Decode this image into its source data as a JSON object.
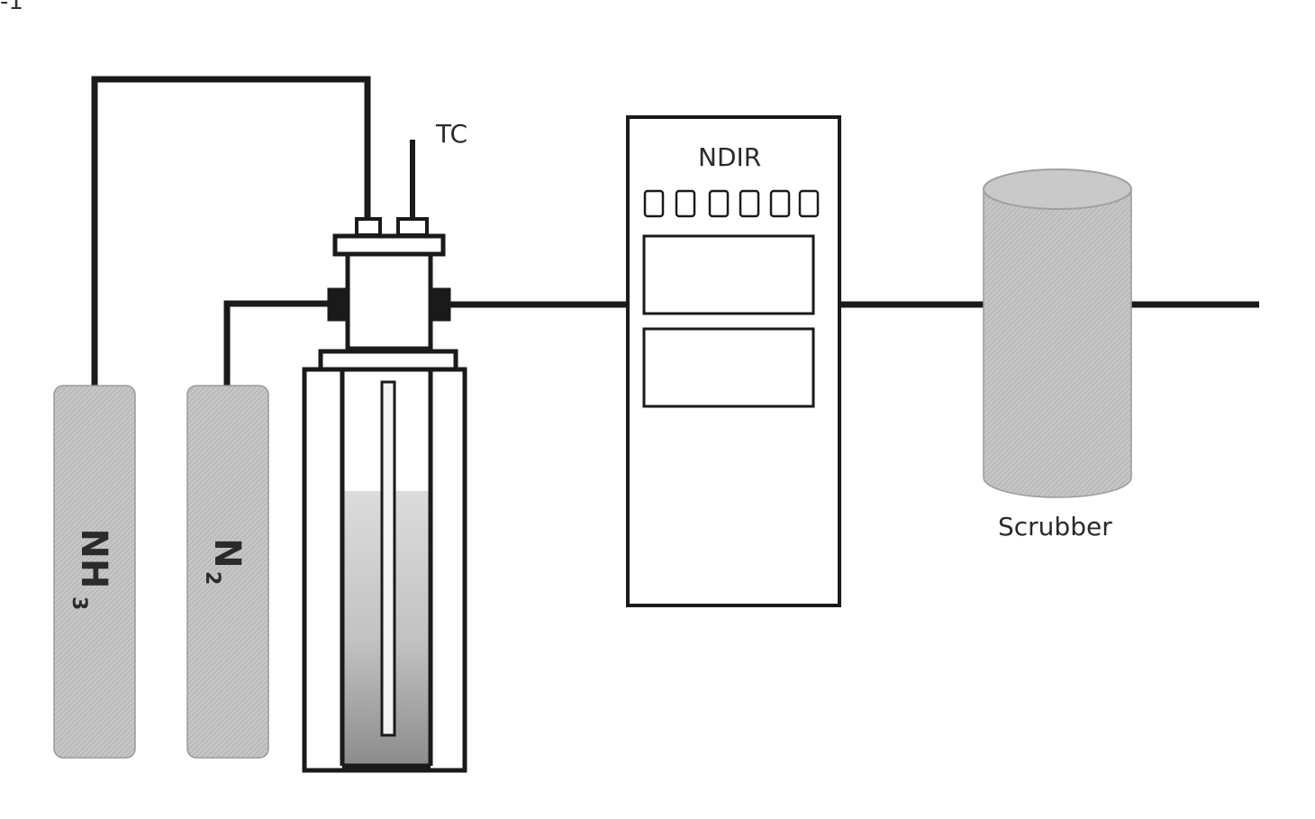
{
  "figure": {
    "corner_fragment": "-1"
  },
  "labels": {
    "thermocouple": "TC",
    "analyzer": "NDIR",
    "scrubber": "Scrubber"
  },
  "cylinders": {
    "ammonia": {
      "label_main": "NH",
      "label_sub": "3"
    },
    "nitrogen": {
      "label_main": "N",
      "label_sub": "2"
    }
  },
  "colors": {
    "line": "#1a1a1a",
    "cylinder_fill": "#bdbdbd",
    "liquid_light": "#d4d4d4",
    "liquid_dark": "#9a9a9a",
    "panel_fill": "#ffffff"
  }
}
